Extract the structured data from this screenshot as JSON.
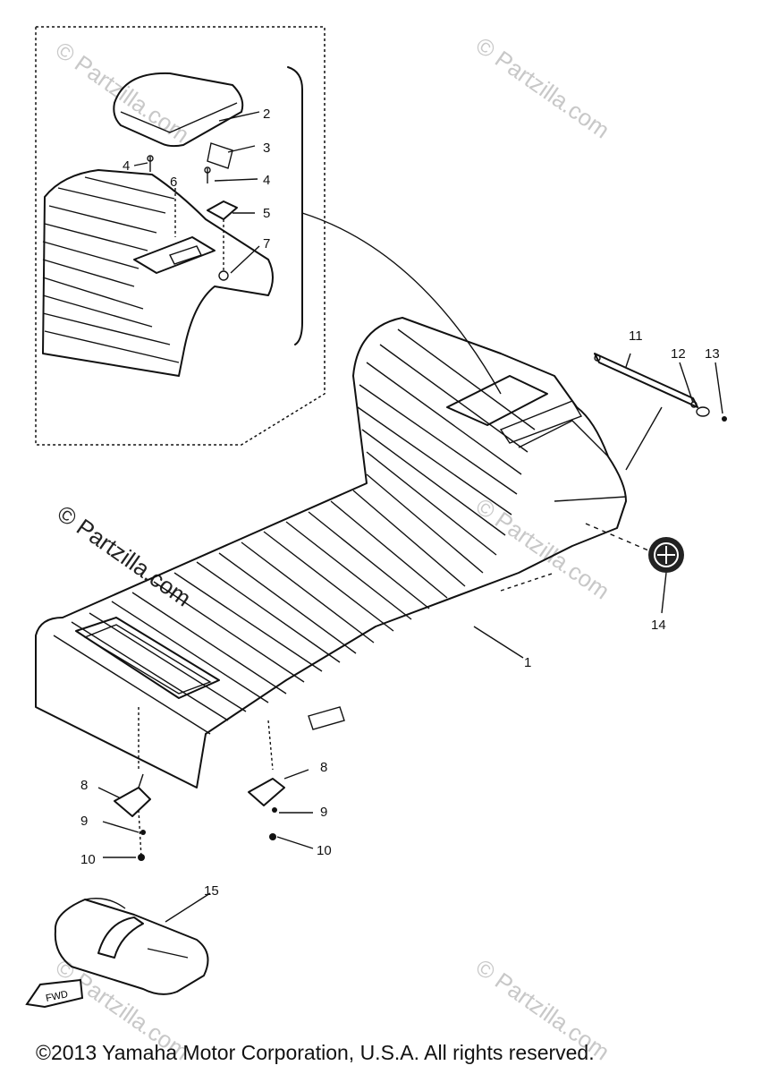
{
  "watermarks": {
    "text": "© Partzilla.com"
  },
  "callouts": {
    "c1": "1",
    "c2": "2",
    "c3": "3",
    "c4a": "4",
    "c4b": "4",
    "c5": "5",
    "c6": "6",
    "c7": "7",
    "c8a": "8",
    "c8b": "8",
    "c9a": "9",
    "c9b": "9",
    "c10a": "10",
    "c10b": "10",
    "c11": "11",
    "c12": "12",
    "c13": "13",
    "c14": "14",
    "c15": "15"
  },
  "fwd_label": "FWD",
  "copyright": "©2013  Yamaha Motor Corporation, U.S.A. All rights reserved."
}
